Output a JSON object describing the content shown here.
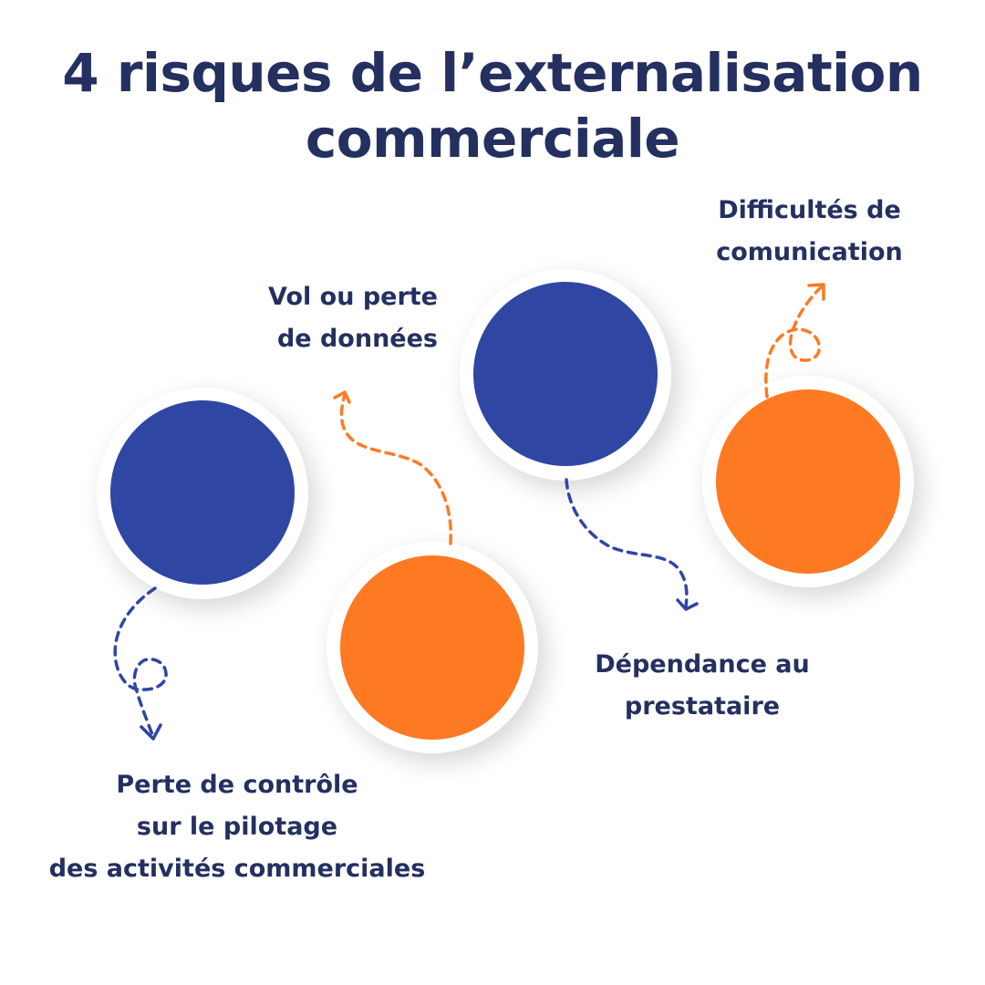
{
  "title": {
    "line1": "4 risques de l’externalisation",
    "line2": "commerciale"
  },
  "colors": {
    "navy_text": "#233060",
    "blue": "#2f46a3",
    "orange": "#fd7a23",
    "background": "#ffffff"
  },
  "risks": [
    {
      "id": "risk-1",
      "color": "blue",
      "label_lines": [
        "Perte de contrôle",
        "sur le pilotage",
        "des activités commerciales"
      ]
    },
    {
      "id": "risk-2",
      "color": "orange",
      "label_lines": [
        "Vol ou perte",
        "de données"
      ]
    },
    {
      "id": "risk-3",
      "color": "blue",
      "label_lines": [
        "Dépendance au",
        "prestataire"
      ]
    },
    {
      "id": "risk-4",
      "color": "orange",
      "label_lines": [
        "Difficultés de",
        "comunication"
      ]
    }
  ]
}
